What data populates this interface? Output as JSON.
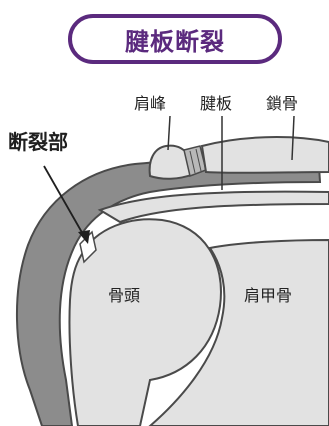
{
  "title": "腱板断裂",
  "labels": {
    "acromion": "肩峰",
    "rotator_cuff": "腱板",
    "clavicle": "鎖骨",
    "tear_site": "断裂部",
    "humeral_head": "骨頭",
    "scapula": "肩甲骨"
  },
  "colors": {
    "title_accent": "#5b2a7e",
    "bone_fill": "#e2e2e2",
    "bone_outline": "#4a4a4a",
    "cuff_fill": "#8c8c8c",
    "background": "#ffffff"
  }
}
